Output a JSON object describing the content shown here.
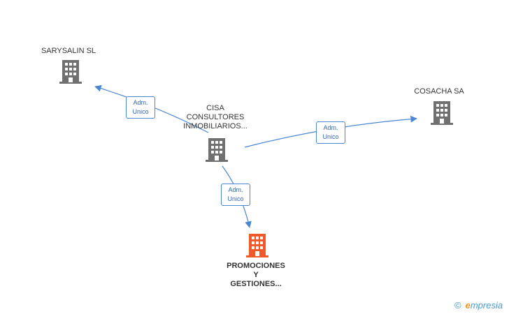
{
  "nodes": {
    "sarysalin": {
      "label_lines": [
        "SARYSALIN SL"
      ],
      "icon": "building-icon",
      "color": "#707070"
    },
    "cisa": {
      "label_lines": [
        "CISA",
        "CONSULTORES",
        "INMOBILIARIOS..."
      ],
      "icon": "building-icon",
      "color": "#707070"
    },
    "cosacha": {
      "label_lines": [
        "COSACHA SA"
      ],
      "icon": "building-icon",
      "color": "#707070"
    },
    "promociones": {
      "label_lines": [
        "PROMOCIONES",
        "Y",
        "GESTIONES..."
      ],
      "icon": "building-icon",
      "color": "#f05a2a"
    }
  },
  "edges": [
    {
      "from": "cisa",
      "to": "sarysalin",
      "label_lines": [
        "Adm.",
        "Unico"
      ]
    },
    {
      "from": "cisa",
      "to": "cosacha",
      "label_lines": [
        "Adm.",
        "Unico"
      ]
    },
    {
      "from": "cisa",
      "to": "promociones",
      "label_lines": [
        "Adm.",
        "Unico"
      ]
    }
  ],
  "colors": {
    "edge": "#4a86d4",
    "label_border": "#4a86d4",
    "label_text": "#3567b3"
  },
  "brand": {
    "copyright": "©",
    "e": "e",
    "rest": "mpresia"
  }
}
